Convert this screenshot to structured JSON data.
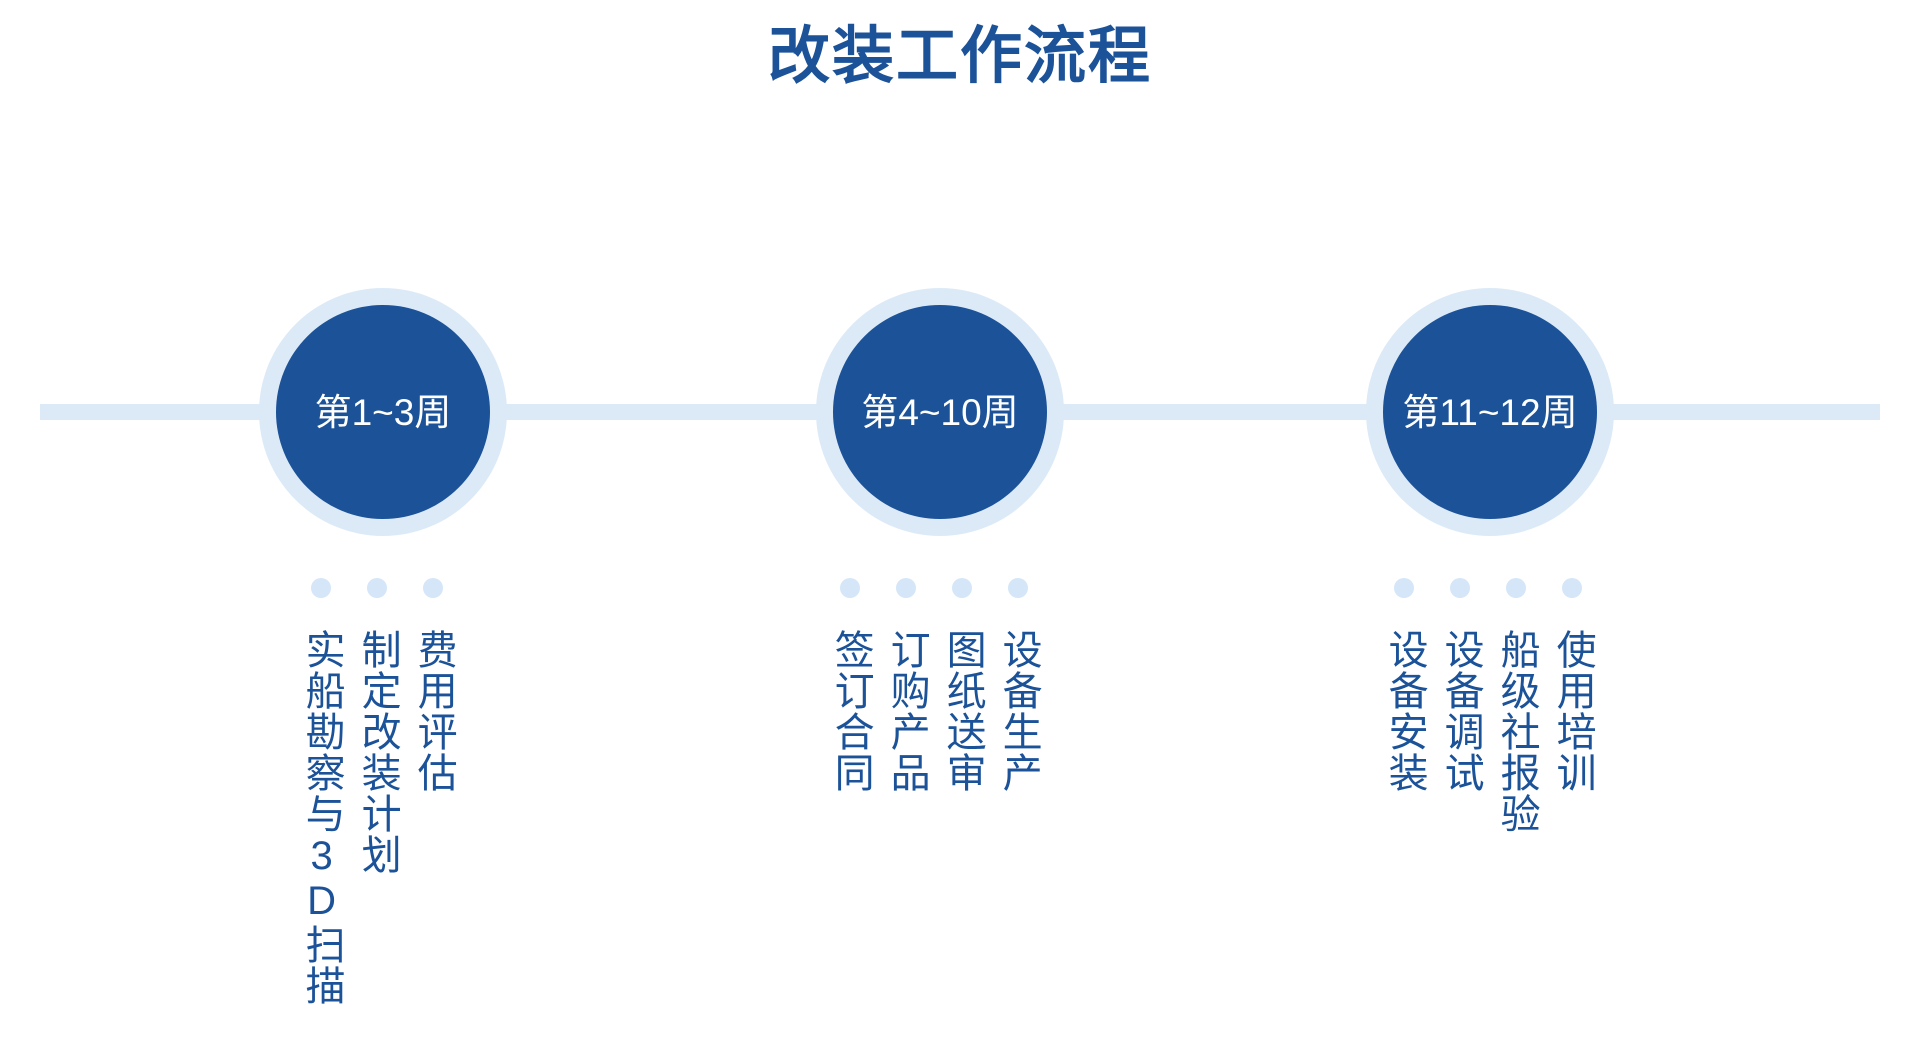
{
  "title": "改装工作流程",
  "colors": {
    "accent_dark_blue": "#1b5298",
    "accent_light_blue": "#dceaf8",
    "dot_blue": "#d4e6f8",
    "background": "#ffffff",
    "circle_text": "#ffffff"
  },
  "timeline": {
    "axis_visible": true,
    "stages": [
      {
        "id": "stage-1",
        "period_label": "第1~3周",
        "tasks": [
          {
            "label": "费用评估"
          },
          {
            "label": "制定改装计划"
          },
          {
            "label": "实船勘察与3D扫描"
          }
        ]
      },
      {
        "id": "stage-2",
        "period_label": "第4~10周",
        "tasks": [
          {
            "label": "设备生产"
          },
          {
            "label": "图纸送审"
          },
          {
            "label": "订购产品"
          },
          {
            "label": "签订合同"
          }
        ]
      },
      {
        "id": "stage-3",
        "period_label": "第11~12周",
        "tasks": [
          {
            "label": "使用培训"
          },
          {
            "label": "船级社报验"
          },
          {
            "label": "设备调试"
          },
          {
            "label": "设备安装"
          }
        ]
      }
    ]
  }
}
